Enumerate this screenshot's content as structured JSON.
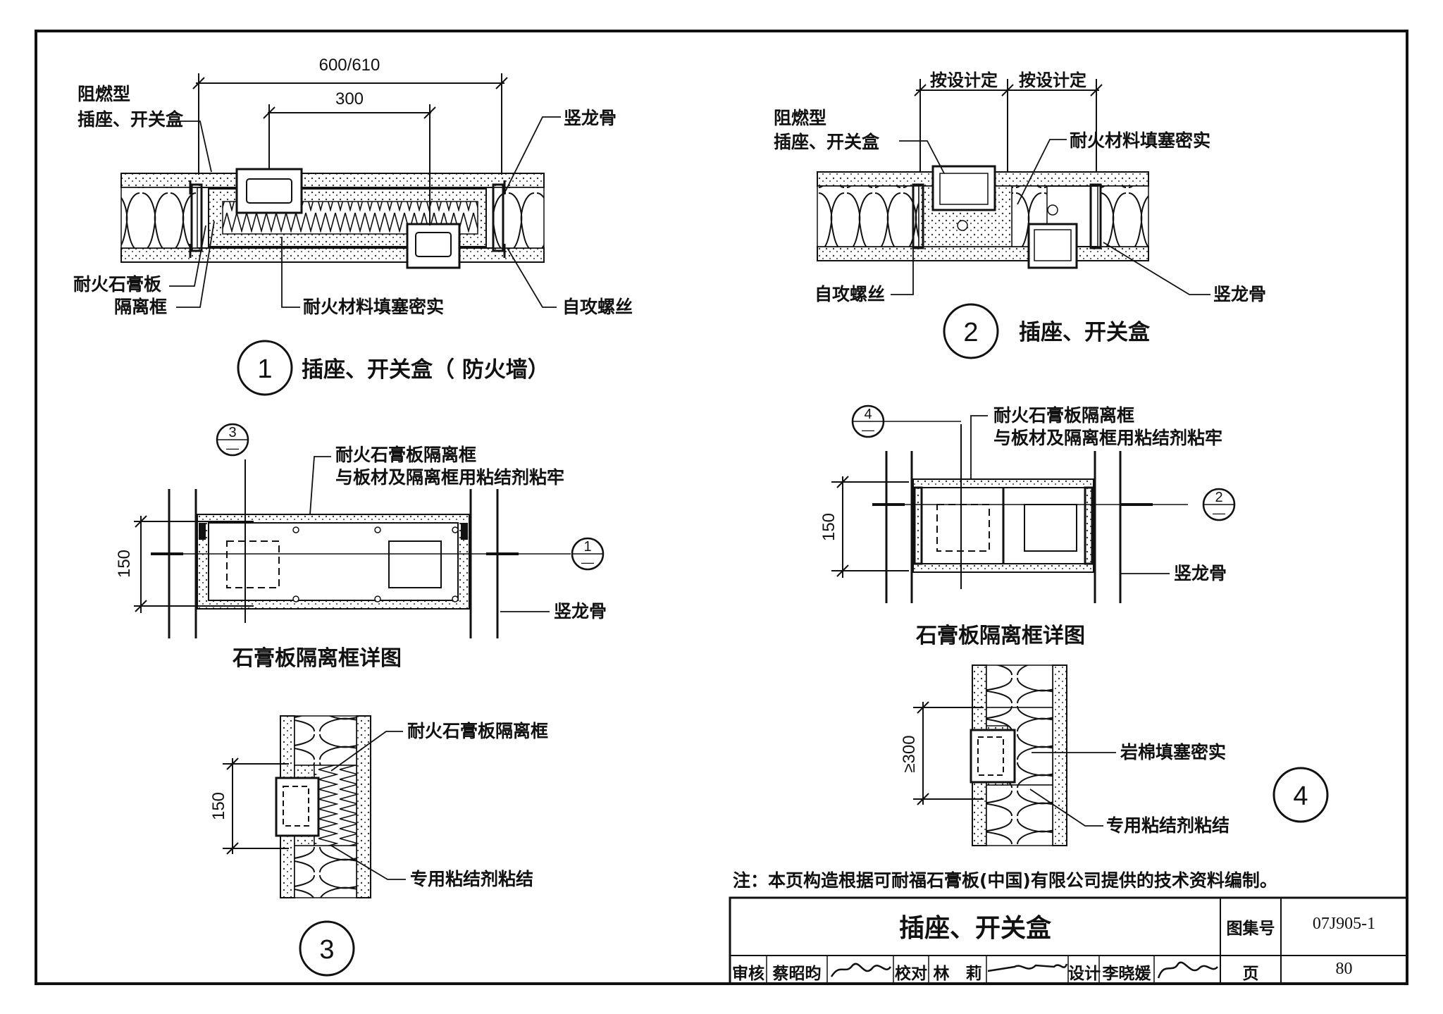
{
  "detail1": {
    "dim_total": "600/610",
    "dim_half": "300",
    "label_box": [
      "阻燃型",
      "插座、开关盒"
    ],
    "label_stud": "竖龙骨",
    "label_board": "耐火石膏板",
    "label_frame": "隔离框",
    "label_fill": "耐火材料填塞密实",
    "label_screw": "自攻螺丝",
    "number": "1",
    "title": "插座、开关盒（ 防火墙）"
  },
  "detail2": {
    "dim_left": "按设计定",
    "dim_right": "按设计定",
    "label_box": [
      "阻燃型",
      "插座、开关盒"
    ],
    "label_fill": "耐火材料填塞密实",
    "label_screw": "自攻螺丝",
    "label_stud": "竖龙骨",
    "number": "2",
    "title": "插座、开关盒"
  },
  "frame_left": {
    "section_ref": "3",
    "section_ref_sub": "—",
    "elev_ref": "1",
    "elev_ref_sub": "—",
    "label_frame": [
      "耐火石膏板隔离框",
      "与板材及隔离框用粘结剂粘牢"
    ],
    "label_stud": "竖龙骨",
    "dim": "150",
    "title": "石膏板隔离框详图"
  },
  "frame_right": {
    "section_ref": "4",
    "section_ref_sub": "—",
    "elev_ref": "2",
    "elev_ref_sub": "—",
    "label_frame": [
      "耐火石膏板隔离框",
      "与板材及隔离框用粘结剂粘牢"
    ],
    "label_stud": "竖龙骨",
    "dim": "150",
    "title": "石膏板隔离框详图"
  },
  "detail3": {
    "label_frame": "耐火石膏板隔离框",
    "label_glue": "专用粘结剂粘结",
    "dim": "150",
    "number": "3"
  },
  "detail4": {
    "label_fill": "岩棉填塞密实",
    "label_glue": "专用粘结剂粘结",
    "dim": "≥300",
    "number": "4"
  },
  "note": "注：本页构造根据可耐福石膏板(中国)有限公司提供的技术资料编制。",
  "title_block": {
    "title": "插座、开关盒",
    "atlas_label": "图集号",
    "atlas_no": "07J905-1",
    "review_label": "审核",
    "reviewer": "蔡昭昀",
    "check_label": "校对",
    "checker": "林　莉",
    "design_label": "设计",
    "designer": "李晓媛",
    "page_label": "页",
    "page_no": "80"
  }
}
